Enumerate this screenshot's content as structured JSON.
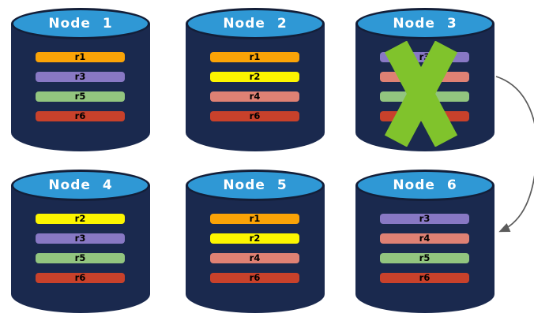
{
  "background": "#ffffff",
  "palette": {
    "cylinder_body": "#1a294e",
    "cylinder_top": "#2f98d5",
    "cylinder_outline": "#131e38",
    "title_text": "#ffffff",
    "row_text": "#000000",
    "x_mark": "#80c32c",
    "arrow": "#5b5b5b",
    "replicas": {
      "r1": "#faa307",
      "r2": "#fcf500",
      "r3": "#8878c4",
      "r4": "#df8174",
      "r5": "#92c57f",
      "r6": "#c8412b"
    }
  },
  "nodes": [
    {
      "title": "Node 1",
      "rows": [
        "r1",
        "r3",
        "r5",
        "r6"
      ],
      "failed": false
    },
    {
      "title": "Node 2",
      "rows": [
        "r1",
        "r2",
        "r4",
        "r6"
      ],
      "failed": false
    },
    {
      "title": "Node 3",
      "rows": [
        "r3",
        "r4",
        "r5",
        "r6"
      ],
      "failed": true
    },
    {
      "title": "Node 4",
      "rows": [
        "r2",
        "r3",
        "r5",
        "r6"
      ],
      "failed": false
    },
    {
      "title": "Node 5",
      "rows": [
        "r1",
        "r2",
        "r4",
        "r6"
      ],
      "failed": false
    },
    {
      "title": "Node 6",
      "rows": [
        "r3",
        "r4",
        "r5",
        "r6"
      ],
      "failed": false
    }
  ],
  "x_mark": {
    "on_node": "Node 3"
  },
  "arrow": {
    "from": "Node 3",
    "to": "Node 6"
  }
}
